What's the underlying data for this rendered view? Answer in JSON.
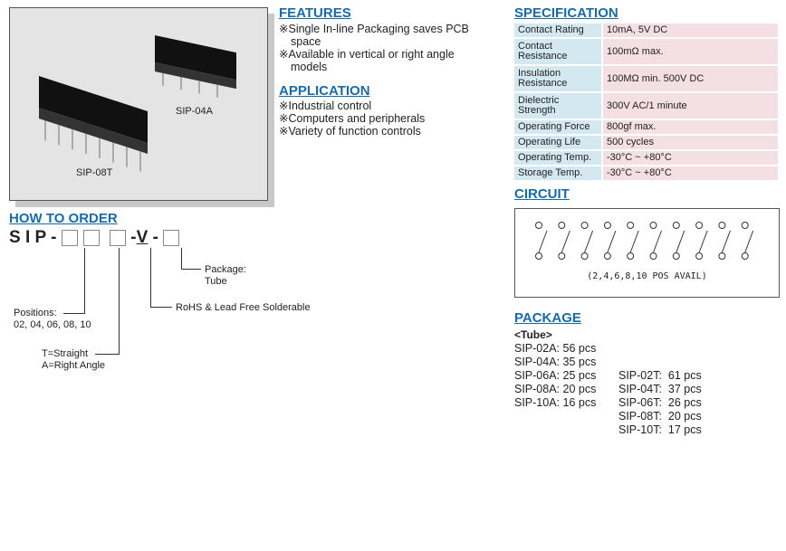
{
  "photo": {
    "labels": [
      "SIP-04A",
      "SIP-08T"
    ]
  },
  "features": {
    "title": "FEATURES",
    "mark": "※",
    "items": [
      "Single In-line Packaging saves PCB space",
      "Available in vertical or right angle models"
    ]
  },
  "application": {
    "title": "APPLICATION",
    "items": [
      "Industrial control",
      "Computers and peripherals",
      "Variety of function controls"
    ]
  },
  "specification": {
    "title": "SPECIFICATION",
    "rows": [
      {
        "label": "Contact Rating",
        "value": "10mA, 5V DC"
      },
      {
        "label": "Contact Resistance",
        "value": "100mΩ max."
      },
      {
        "label": "Insulation Resistance",
        "value": "100MΩ min. 500V DC"
      },
      {
        "label": "Dielectric Strength",
        "value": "300V AC/1 minute"
      },
      {
        "label": "Operating Force",
        "value": "800gf max."
      },
      {
        "label": "Operating Life",
        "value": "500 cycles"
      },
      {
        "label": "Operating Temp.",
        "value": "-30°C ~ +80°C"
      },
      {
        "label": "Storage Temp.",
        "value": "-30°C ~ +80°C"
      }
    ]
  },
  "circuit": {
    "title": "CIRCUIT",
    "note": "(2,4,6,8,10 POS AVAIL)",
    "switch_count": 10
  },
  "order": {
    "title": "HOW TO ORDER",
    "prefix": "S I P -",
    "dash1": "-",
    "v": "V",
    "dash2": "-",
    "package_label": "Package:",
    "package_value": "Tube",
    "rohs": "RoHS & Lead Free Solderable",
    "positions_label": "Positions:",
    "positions_value": "02, 04, 06, 08, 10",
    "type1": "T=Straight",
    "type2": "A=Right Angle"
  },
  "package": {
    "title": "PACKAGE",
    "subtitle": "<Tube>",
    "left": [
      "SIP-02A: 56 pcs",
      "SIP-04A: 35 pcs",
      "SIP-06A: 25 pcs",
      "SIP-08A: 20 pcs",
      "SIP-10A: 16 pcs"
    ],
    "right": [
      "SIP-02T:  61 pcs",
      "SIP-04T:  37 pcs",
      "SIP-06T:  26 pcs",
      "SIP-08T:  20 pcs",
      "SIP-10T:  17 pcs"
    ]
  }
}
